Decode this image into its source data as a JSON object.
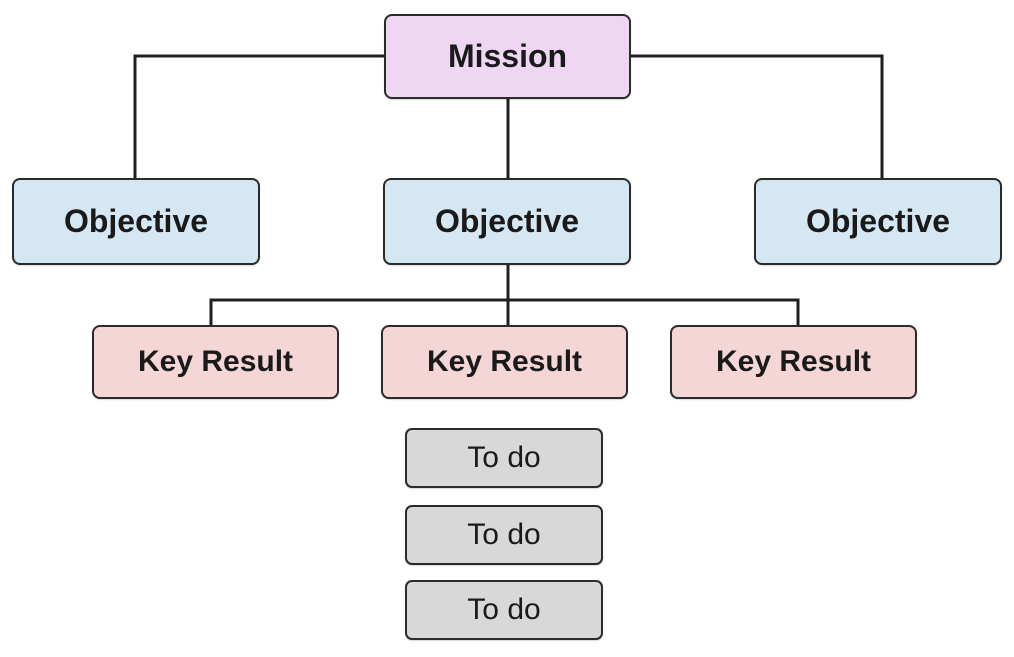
{
  "colors": {
    "mission": "#efd7f3",
    "objective": "#d5e7f3",
    "key_result": "#f5d6d6",
    "todo": "#d8d8d8",
    "connector": "#1f1f1f"
  },
  "mission": {
    "label": "Mission"
  },
  "objectives": [
    {
      "label": "Objective"
    },
    {
      "label": "Objective"
    },
    {
      "label": "Objective"
    }
  ],
  "key_results": [
    {
      "label": "Key Result"
    },
    {
      "label": "Key Result"
    },
    {
      "label": "Key Result"
    }
  ],
  "todos": [
    {
      "label": "To do"
    },
    {
      "label": "To do"
    },
    {
      "label": "To do"
    }
  ]
}
